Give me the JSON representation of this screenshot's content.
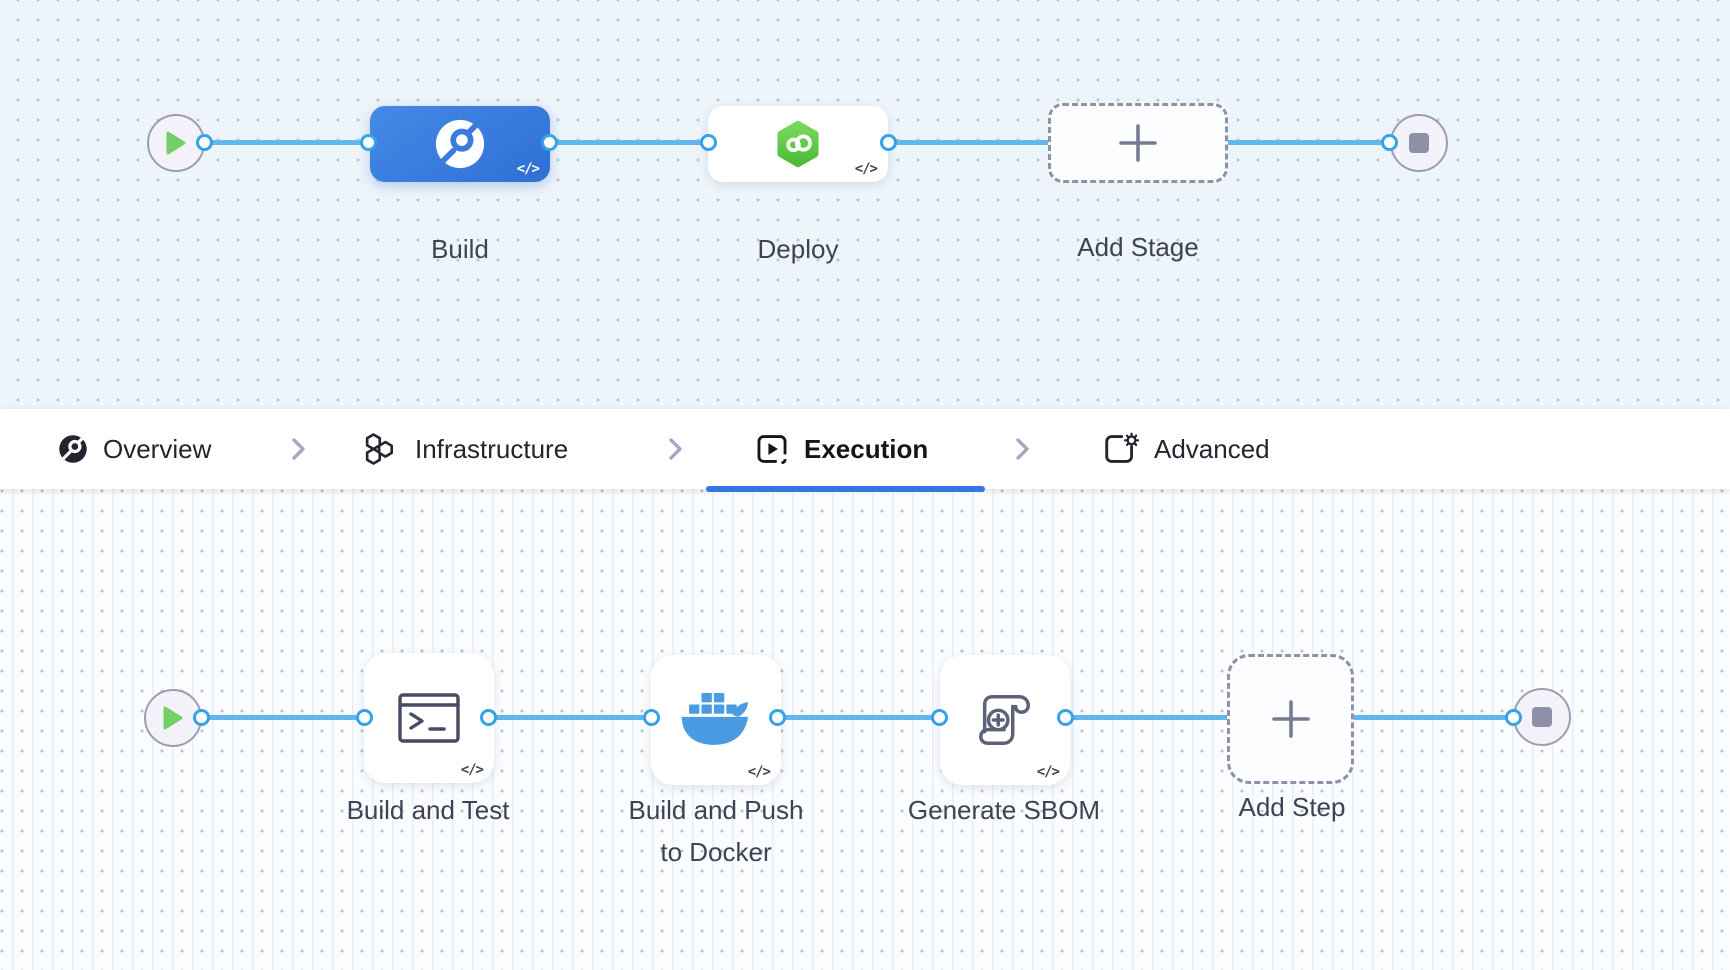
{
  "canvas": {
    "stage_row": {
      "start_node": {
        "icon": "play"
      },
      "end_node": {
        "icon": "stop"
      },
      "stages": [
        {
          "label": "Build",
          "kind": "ci-stage",
          "selected": true,
          "badge": "</>"
        },
        {
          "label": "Deploy",
          "kind": "cd-stage",
          "selected": false,
          "badge": "</>"
        },
        {
          "label": "Add Stage",
          "kind": "add-stage"
        }
      ]
    },
    "execution_row": {
      "start_node": {
        "icon": "play"
      },
      "end_node": {
        "icon": "stop"
      },
      "steps": [
        {
          "label": "Build and Test",
          "kind": "run-step",
          "badge": "</>"
        },
        {
          "label": "Build and Push to Docker",
          "label_line1": "Build and Push",
          "label_line2": "to Docker",
          "kind": "docker-step",
          "badge": "</>"
        },
        {
          "label": "Generate SBOM",
          "kind": "sbom-step",
          "badge": "</>"
        },
        {
          "label": "Add Step",
          "kind": "add-step"
        }
      ]
    }
  },
  "tab_bar": {
    "tabs": [
      {
        "label": "Overview",
        "icon": "overview-icon",
        "active": false
      },
      {
        "label": "Infrastructure",
        "icon": "infrastructure-icon",
        "active": false
      },
      {
        "label": "Execution",
        "icon": "execution-icon",
        "active": true
      },
      {
        "label": "Advanced",
        "icon": "advanced-icon",
        "active": false
      }
    ]
  },
  "colors": {
    "selected_stage_blue": "#3A7CDE",
    "active_tab_underline": "#3278E0",
    "connector_line": "#62B8EC",
    "port_border": "#35A2E9",
    "play_green": "#74CF68",
    "stop_gray": "#8E90A8",
    "docker_blue": "#4A9CE2",
    "cd_hexagon_green": "#5BC941",
    "canvas_top_bg": "#EDF4FA",
    "canvas_bottom_bg": "#FAFCFE"
  },
  "icons": {
    "code_badge": "</>"
  }
}
